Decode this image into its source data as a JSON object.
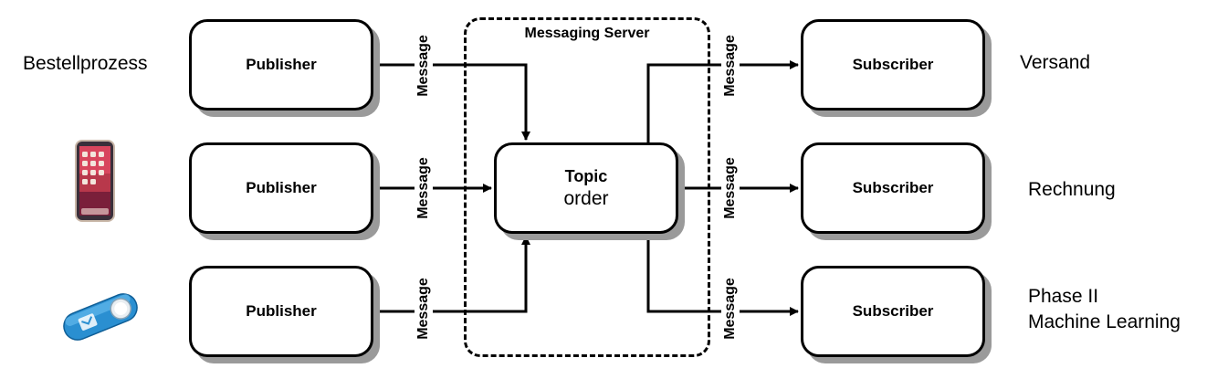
{
  "server": {
    "title": "Messaging Server"
  },
  "publishers": [
    {
      "label": "Publisher"
    },
    {
      "label": "Publisher"
    },
    {
      "label": "Publisher"
    }
  ],
  "subscribers": [
    {
      "label": "Subscriber"
    },
    {
      "label": "Subscriber"
    },
    {
      "label": "Subscriber"
    }
  ],
  "topic": {
    "title": "Topic",
    "name": "order"
  },
  "message_label": "Message",
  "left_labels": {
    "first": "Bestellprozess"
  },
  "left_icons": [
    "smartphone-icon",
    "dash-button-icon"
  ],
  "right_labels": {
    "first": "Versand",
    "second": "Rechnung",
    "third_line1": "Phase II",
    "third_line2": "Machine Learning"
  }
}
